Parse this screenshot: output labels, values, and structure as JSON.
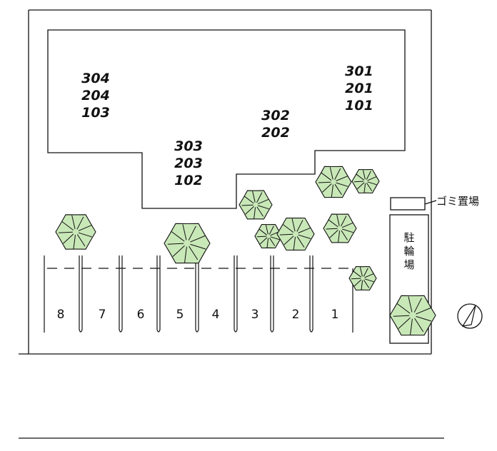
{
  "building": {
    "units": [
      {
        "id": "col-left",
        "labels": [
          "304",
          "204",
          "103"
        ]
      },
      {
        "id": "col-mid-left",
        "labels": [
          "303",
          "203",
          "102"
        ]
      },
      {
        "id": "col-mid-right",
        "labels": [
          "302",
          "202"
        ]
      },
      {
        "id": "col-right",
        "labels": [
          "301",
          "201",
          "101"
        ]
      }
    ]
  },
  "parking": {
    "spaces": [
      "8",
      "7",
      "6",
      "5",
      "4",
      "3",
      "2",
      "1"
    ]
  },
  "facilities": {
    "garbage_label": "ゴミ置場",
    "bicycle_label": [
      "駐",
      "輪",
      "場"
    ]
  },
  "colors": {
    "tree_fill": "#c9e8b8",
    "line": "#111111"
  },
  "icons": {
    "compass": "north-arrow-icon"
  }
}
